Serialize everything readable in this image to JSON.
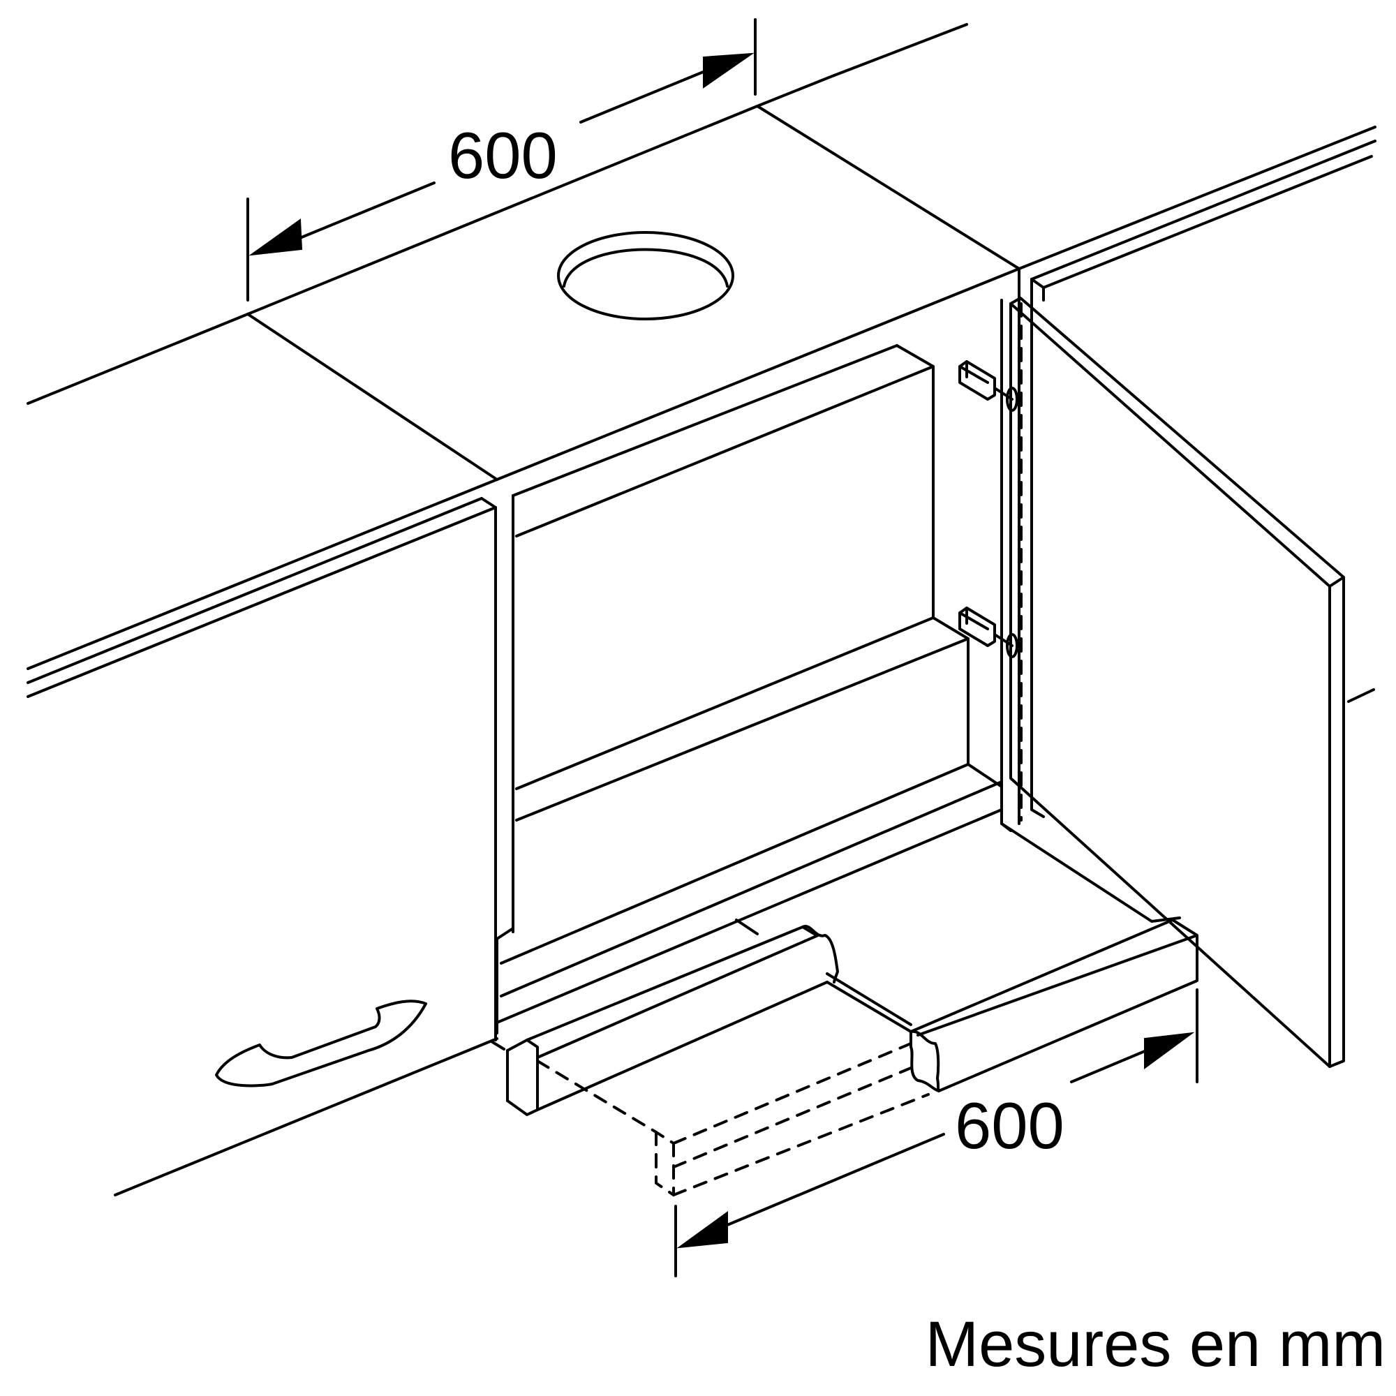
{
  "dimensions": {
    "top_width": "600",
    "bottom_depth": "600"
  },
  "units_note": "Mesures en mm"
}
